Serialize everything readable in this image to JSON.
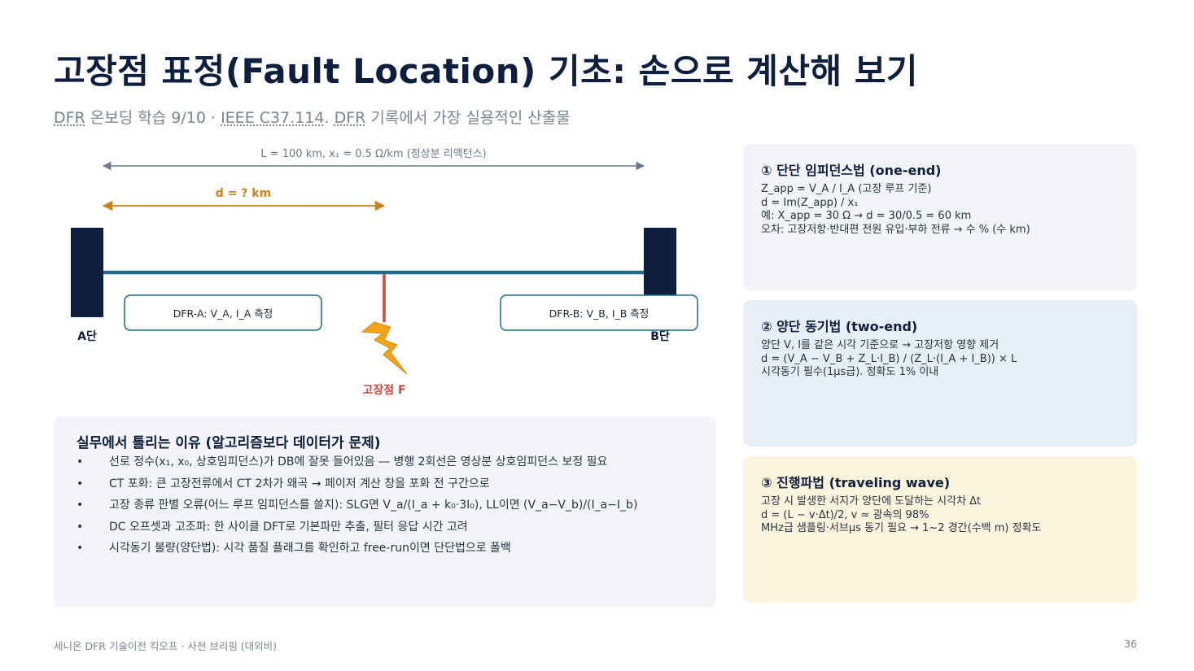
{
  "title": "고장점 표정(Fault Location) 기초: 손으로 계산해 보기",
  "subtitle": {
    "dfr1": "DFR",
    "part1": " 온보딩 학습 9/10 · ",
    "ieee": "IEEE C37.114",
    "part2": ". ",
    "dfr2": "DFR",
    "part3": " 기록에서 가장 실용적인 산출물"
  },
  "diagram": {
    "line_label": "L = 100 km,  x₁ = 0.5 Ω/km (정상분 리액턴스)",
    "distance_label": "d = ? km",
    "dfr_a_label": "DFR-A: V_A, I_A 측정",
    "dfr_b_label": "DFR-B: V_B, I_B 측정",
    "terminal_a": "A단",
    "terminal_b": "B단",
    "fault_label": "고장점 F",
    "colors": {
      "bus": "#0d1f3c",
      "line": "#1f6b88",
      "line_dim": "#6b7891",
      "distance": "#c9821b",
      "fault": "#c94a3c",
      "lightning": "#f2a51a"
    }
  },
  "methods": [
    {
      "title": "① 단단 임피던스법 (one-end)",
      "lines": [
        "Z_app = V_A / I_A (고장 루프 기준)",
        "d = Im(Z_app) / x₁",
        "예: X_app = 30 Ω → d = 30/0.5 = 60 km",
        "오차: 고장저항·반대편 전원 유입·부하 전류 → 수 % (수 km)"
      ]
    },
    {
      "title": "② 양단 동기법 (two-end)",
      "lines": [
        "양단 V, I를 같은 시각 기준으로 → 고장저항 영향 제거",
        "d = (V_A − V_B + Z_L·I_B) / (Z_L·(I_A + I_B)) × L",
        "시각동기 필수(1μs급). 정확도 1% 이내"
      ]
    },
    {
      "title": "③ 진행파법 (traveling wave)",
      "lines": [
        "고장 시 발생한 서지가 양단에 도달하는 시각차 Δt",
        "d = (L − v·Δt)/2, v ≈ 광속의 98%",
        "MHz급 샘플링·서브μs 동기 필요 → 1~2 경간(수백 m) 정확도"
      ]
    }
  ],
  "pitfalls": {
    "title": "실무에서 틀리는 이유 (알고리즘보다 데이터가 문제)",
    "bullet": "•",
    "items": [
      "선로 정수(x₁, x₀, 상호임피던스)가 DB에 잘못 들어있음 — 병행 2회선은 영상분 상호임피던스 보정 필요",
      "CT 포화: 큰 고장전류에서 CT 2차가 왜곡 → 페이저 계산 창을 포화 전 구간으로",
      "고장 종류 판별 오류(어느 루프 임피던스를 쓸지): SLG면 V_a/(I_a + k₀·3I₀), LL이면 (V_a−V_b)/(I_a−I_b)",
      "DC 오프셋과 고조파: 한 사이클 DFT로 기본파만 추출, 필터 응답 시간 고려",
      "시각동기 불량(양단법): 시각 품질 플래그를 확인하고 free-run이면 단단법으로 폴백"
    ]
  },
  "footer": {
    "left": "세니온 DFR 기술이전 킥오프 · 사전 브리핑 (대외비)",
    "page": "36"
  }
}
